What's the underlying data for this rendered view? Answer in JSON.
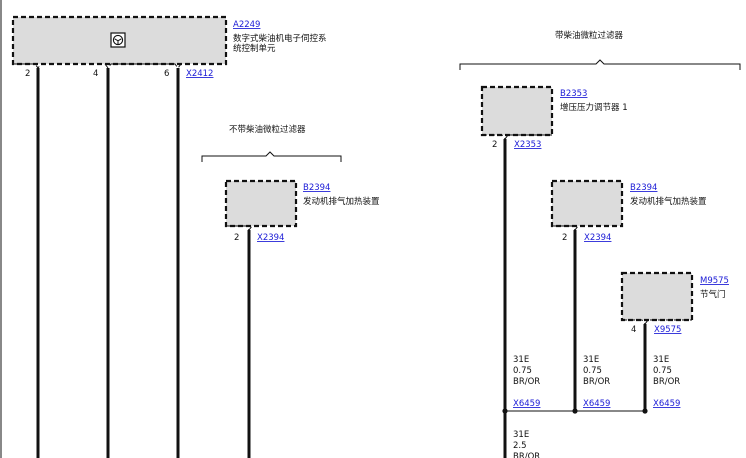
{
  "ecu": {
    "id": "A2249",
    "desc_line1": "数字式柴油机电子伺控系",
    "desc_line2": "统控制单元",
    "pin_a": "2",
    "pin_b": "4",
    "pin_c": "6",
    "connector": "X2412"
  },
  "variant_without_dpf": {
    "label": "不带柴油微粒过滤器",
    "component": {
      "id": "B2394",
      "desc": "发动机排气加热装置",
      "pin": "2",
      "connector": "X2394"
    }
  },
  "variant_with_dpf": {
    "label": "带柴油微粒过滤器",
    "boost_regulator": {
      "id": "B2353",
      "desc": "增压压力调节器 1",
      "pin": "2",
      "connector": "X2353"
    },
    "exhaust_heater": {
      "id": "B2394",
      "desc": "发动机排气加热装置",
      "pin": "2",
      "connector": "X2394"
    },
    "throttle": {
      "id": "M9575",
      "desc": "节气门",
      "pin": "4",
      "connector": "X9575"
    }
  },
  "wires": [
    {
      "code": "31E",
      "gauge": "0.75",
      "color": "BR/OR"
    },
    {
      "code": "31E",
      "gauge": "0.75",
      "color": "BR/OR"
    },
    {
      "code": "31E",
      "gauge": "0.75",
      "color": "BR/OR"
    }
  ],
  "splice": {
    "conn1": "X6459",
    "conn2": "X6459",
    "conn3": "X6459"
  },
  "main_wire": {
    "code": "31E",
    "gauge": "2.5",
    "color": "BR/OR"
  }
}
